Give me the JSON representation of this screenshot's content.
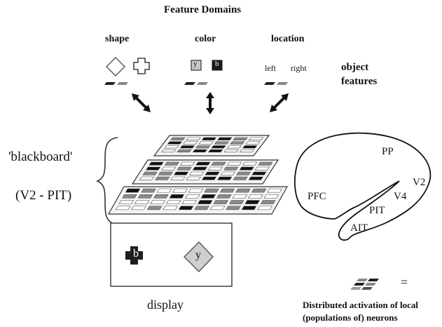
{
  "title": "Feature Domains",
  "domains": {
    "shape": "shape",
    "color": "color",
    "location": "location"
  },
  "color_letters": {
    "y": "y",
    "b": "b"
  },
  "location_labels": {
    "left": "left",
    "right": "right"
  },
  "object_features": "object features",
  "blackboard": {
    "label": "'blackboard'",
    "range": "(V2 - PIT)"
  },
  "display": {
    "label": "display",
    "letter_b": "b",
    "letter_y": "y"
  },
  "brain_areas": {
    "pp": "PP",
    "v2": "V2",
    "v4": "V4",
    "pfc": "PFC",
    "pit": "PIT",
    "ait": "AIT"
  },
  "legend": {
    "equals": "=",
    "text": "Distributed activation of local (populations of) neurons"
  },
  "colors": {
    "dark": "#111111",
    "mid": "#8a8a8a",
    "light": "#ffffff"
  }
}
